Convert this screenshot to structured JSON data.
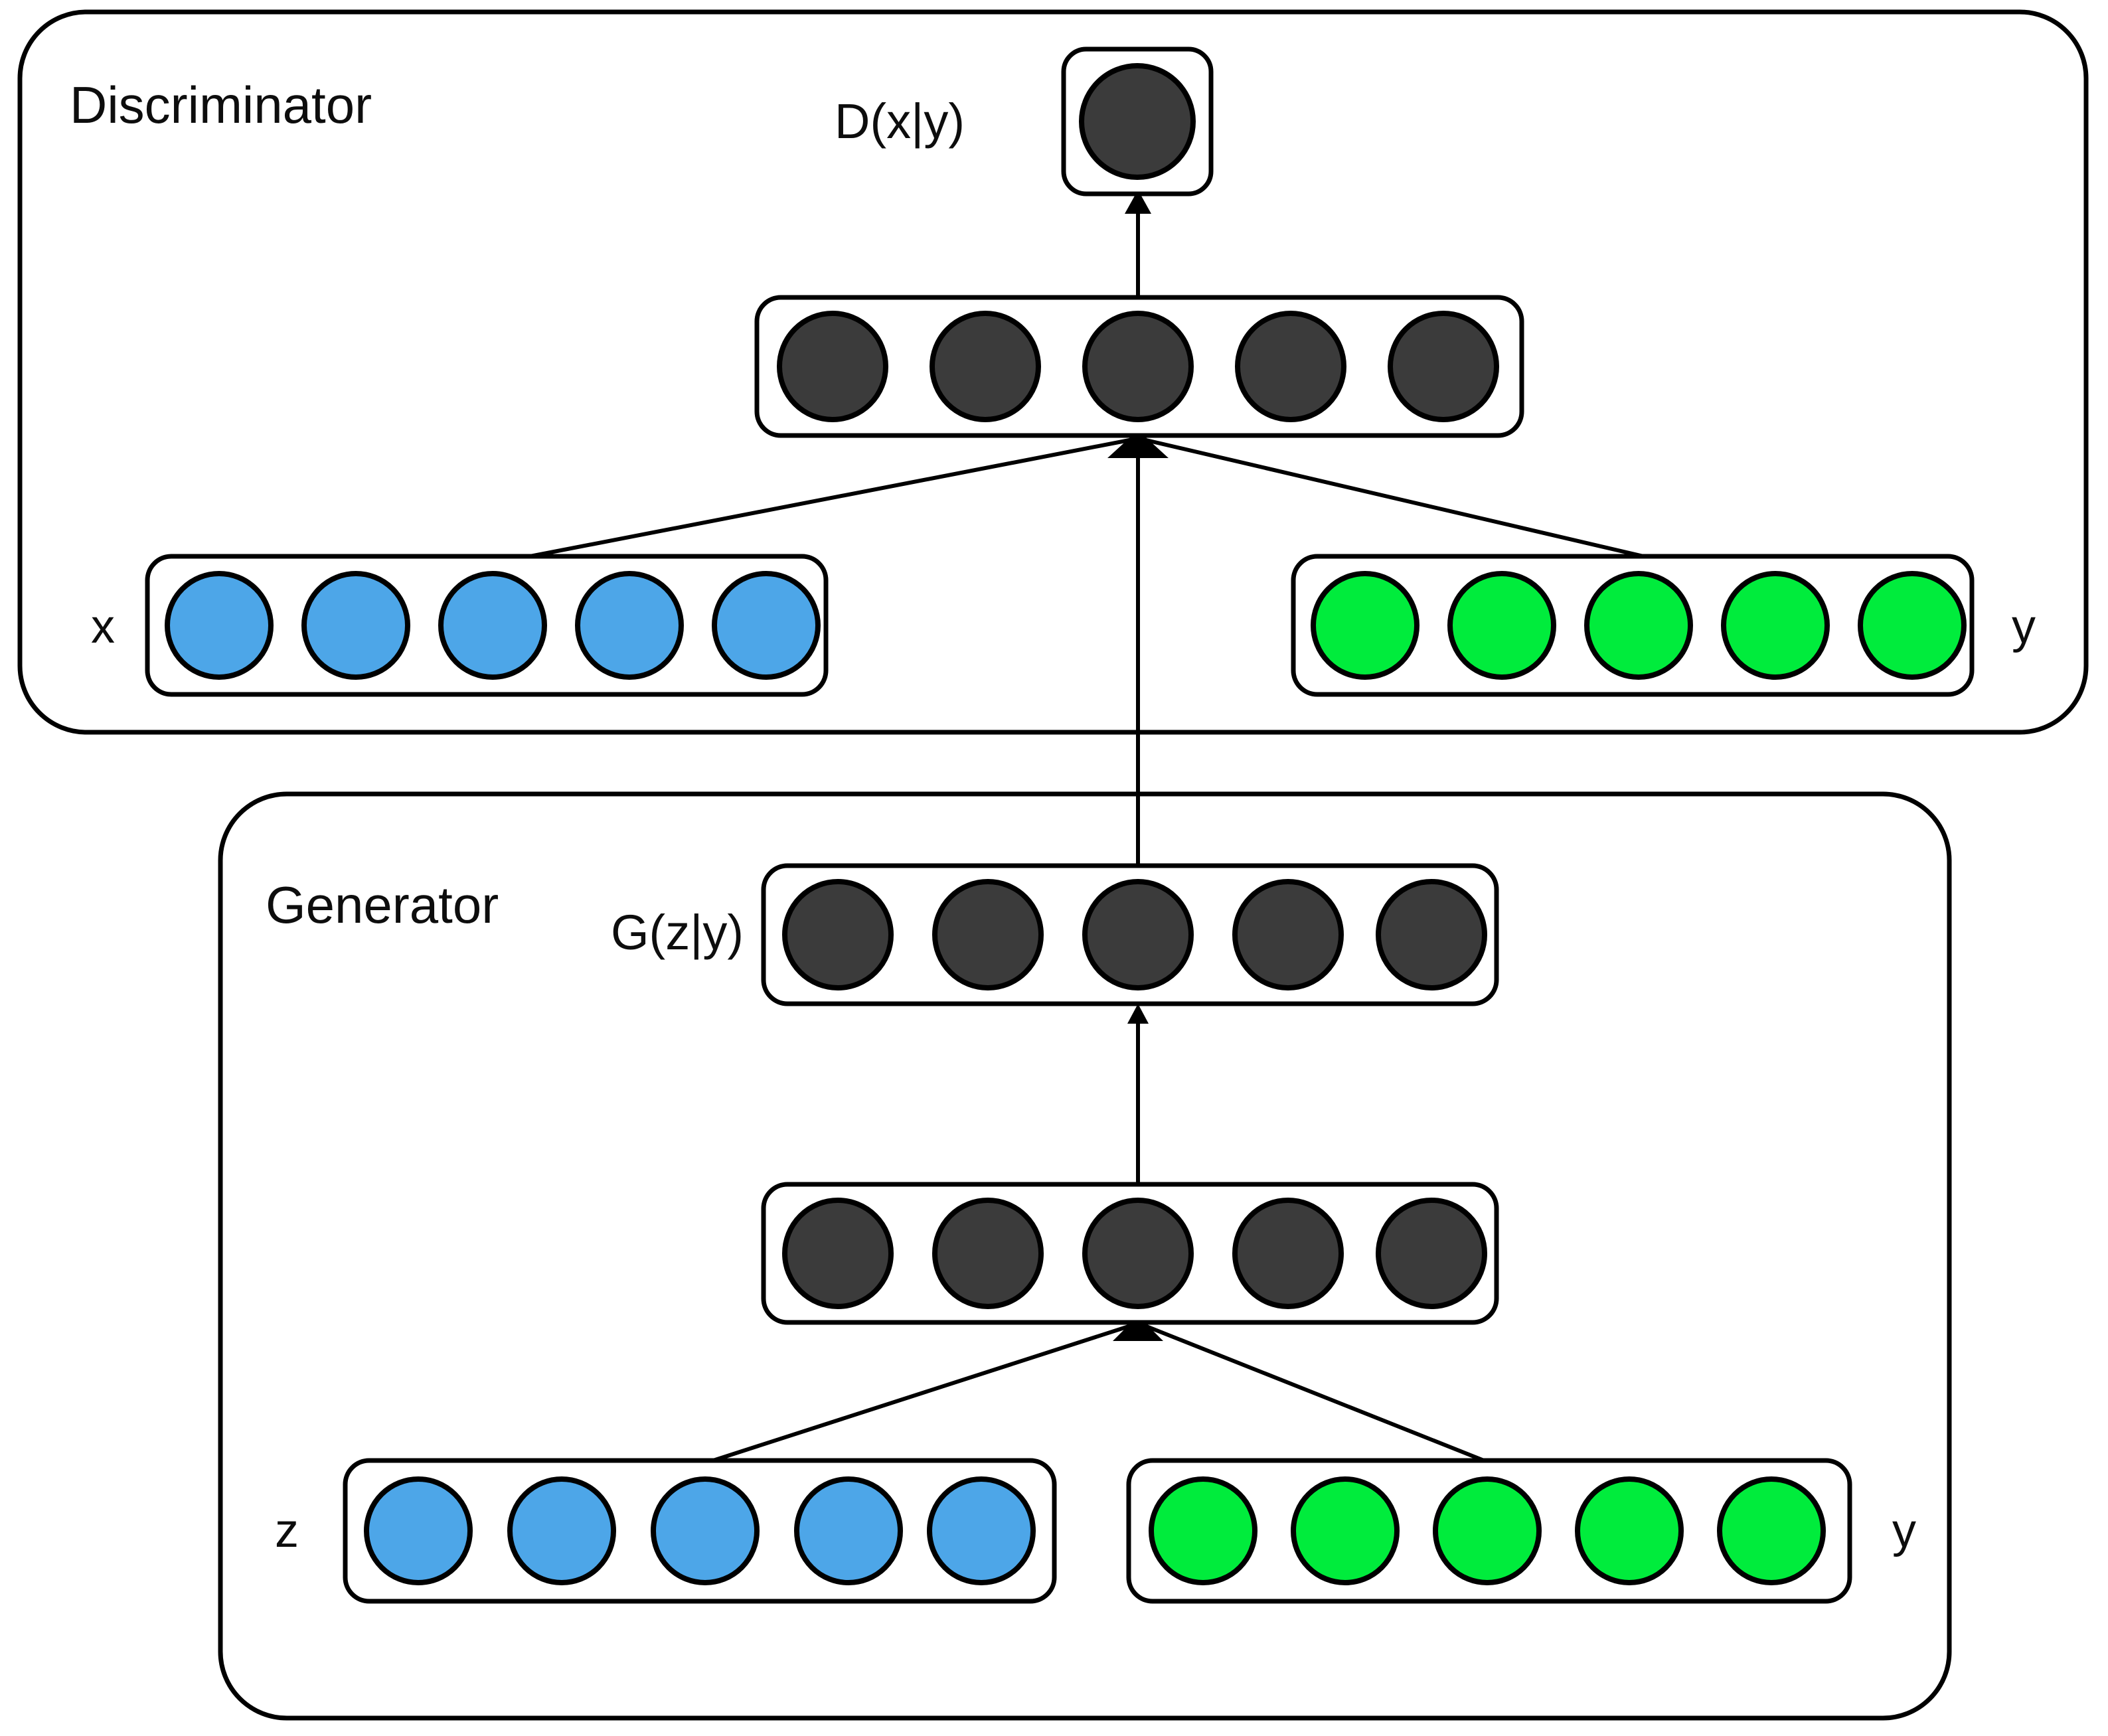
{
  "diagram": {
    "title_discriminator": "Discriminator",
    "title_generator": "Generator",
    "colors": {
      "node_dark": "#3b3b3b",
      "node_blue": "#4da6e8",
      "node_green": "#00ec3c",
      "stroke": "#000000",
      "background": "#ffffff"
    }
  },
  "discriminator": {
    "label": "Discriminator",
    "output": {
      "label": "D(x|y)",
      "node_count": 1,
      "node_color": "#3b3b3b"
    },
    "hidden_layer": {
      "name": "discriminator-hidden-layer",
      "node_count": 5,
      "node_color": "#3b3b3b"
    },
    "input_x": {
      "label": "x",
      "node_count": 5,
      "node_color": "#4da6e8"
    },
    "input_y": {
      "label": "y",
      "node_count": 5,
      "node_color": "#00ec3c"
    }
  },
  "generator": {
    "label": "Generator",
    "output": {
      "label": "G(z|y)",
      "node_count": 5,
      "node_color": "#3b3b3b"
    },
    "hidden_layer": {
      "name": "generator-hidden-layer",
      "node_count": 5,
      "node_color": "#3b3b3b"
    },
    "input_z": {
      "label": "z",
      "node_count": 5,
      "node_color": "#4da6e8"
    },
    "input_y": {
      "label": "y",
      "node_count": 5,
      "node_color": "#00ec3c"
    }
  },
  "connections": [
    {
      "from": "discriminator-hidden-layer",
      "to": "D(x|y)"
    },
    {
      "from": "x",
      "to": "discriminator-hidden-layer"
    },
    {
      "from": "y",
      "to": "discriminator-hidden-layer"
    },
    {
      "from": "G(z|y)",
      "to": "discriminator-hidden-layer"
    },
    {
      "from": "generator-hidden-layer",
      "to": "G(z|y)"
    },
    {
      "from": "z",
      "to": "generator-hidden-layer"
    },
    {
      "from": "y",
      "to": "generator-hidden-layer"
    }
  ]
}
